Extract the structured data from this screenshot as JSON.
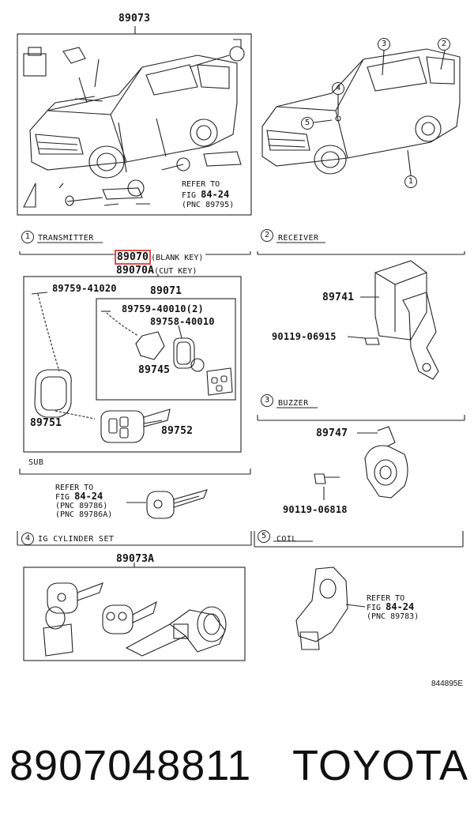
{
  "top": {
    "group_pn": "89073",
    "refer_line1": "REFER TO",
    "refer_fig_label": "FIG",
    "refer_fig": "84-24",
    "refer_pnc": "(PNC 89795)"
  },
  "callouts": {
    "c1": "1",
    "c2": "2",
    "c3": "3",
    "c4": "4",
    "c5": "5"
  },
  "sections": {
    "transmitter": {
      "num": "1",
      "title": "TRANSMITTER",
      "pn_blank": "89070",
      "blank_note": "(BLANK KEY)",
      "pn_cut": "89070A",
      "cut_note": "(CUT KEY)",
      "parts": {
        "p89759_41020": "89759-41020",
        "p89071": "89071",
        "p89759_40010": "89759-40010(2)",
        "p89758_40010": "89758-40010",
        "p89745": "89745",
        "p89751": "89751",
        "p89752": "89752"
      }
    },
    "receiver": {
      "num": "2",
      "title": "RECEIVER",
      "p89741": "89741",
      "p90119_06915": "90119-06915"
    },
    "buzzer": {
      "num": "3",
      "title": "BUZZER",
      "p89747": "89747",
      "p90119_06818": "90119-06818"
    },
    "sub": {
      "title": "SUB",
      "refer_line1": "REFER TO",
      "refer_fig_label": "FIG",
      "refer_fig": "84-24",
      "pnc1": "(PNC 89786)",
      "pnc2": "(PNC 89786A)"
    },
    "cylinder": {
      "num": "4",
      "title": "IG CYLINDER SET",
      "pn": "89073A"
    },
    "coil": {
      "num": "5",
      "title": "COIL",
      "refer_line1": "REFER TO",
      "refer_fig_label": "FIG",
      "refer_fig": "84-24",
      "pnc": "(PNC 89783)"
    }
  },
  "diagram_id": "844895E",
  "footer": {
    "part_number": "8907048811",
    "brand": "TOYOTA"
  }
}
